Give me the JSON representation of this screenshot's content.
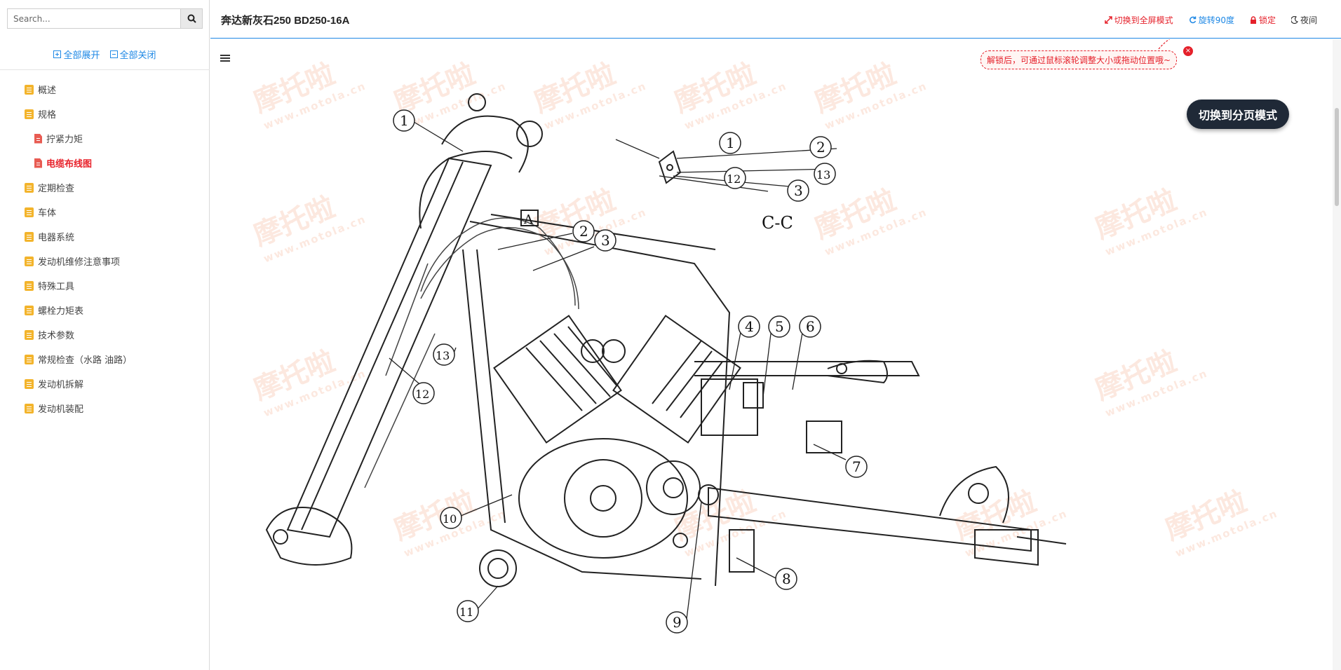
{
  "search": {
    "placeholder": "Search..."
  },
  "tree_actions": {
    "expand_all": "全部展开",
    "collapse_all": "全部关闭"
  },
  "tree": [
    {
      "label": "概述",
      "type": "folder"
    },
    {
      "label": "规格",
      "type": "folder"
    },
    {
      "label": "拧紧力矩",
      "type": "doc"
    },
    {
      "label": "电缆布线图",
      "type": "doc",
      "active": true
    },
    {
      "label": "定期检查",
      "type": "folder"
    },
    {
      "label": "车体",
      "type": "folder"
    },
    {
      "label": "电器系统",
      "type": "folder"
    },
    {
      "label": "发动机维修注意事项",
      "type": "folder"
    },
    {
      "label": "特殊工具",
      "type": "folder"
    },
    {
      "label": "螺栓力矩表",
      "type": "folder"
    },
    {
      "label": "技术参数",
      "type": "folder"
    },
    {
      "label": "常规检查（水路 油路）",
      "type": "folder"
    },
    {
      "label": "发动机拆解",
      "type": "folder"
    },
    {
      "label": "发动机装配",
      "type": "folder"
    }
  ],
  "header": {
    "title": "奔达新灰石250 BD250-16A",
    "fullscreen": "切换到全屏模式",
    "rotate": "旋转90度",
    "lock": "锁定",
    "night": "夜间"
  },
  "viewer": {
    "tip": "解锁后，可通过鼠标滚轮调整大小或拖动位置哦~",
    "tip_close": "×",
    "mode_button": "切换到分页模式",
    "watermark_text": "摩托啦",
    "watermark_url": "www.motola.cn"
  },
  "diagram": {
    "section_label": "C-C",
    "view_label": "A",
    "callouts": [
      "1",
      "2",
      "3",
      "4",
      "5",
      "6",
      "7",
      "8",
      "9",
      "10",
      "11",
      "12",
      "13"
    ],
    "inset_callouts": [
      "1",
      "2",
      "13",
      "3",
      "12"
    ]
  },
  "colors": {
    "accent": "#1e88e5",
    "active": "#e8222b",
    "folder": "#f3b42c",
    "doc": "#e85b52"
  }
}
